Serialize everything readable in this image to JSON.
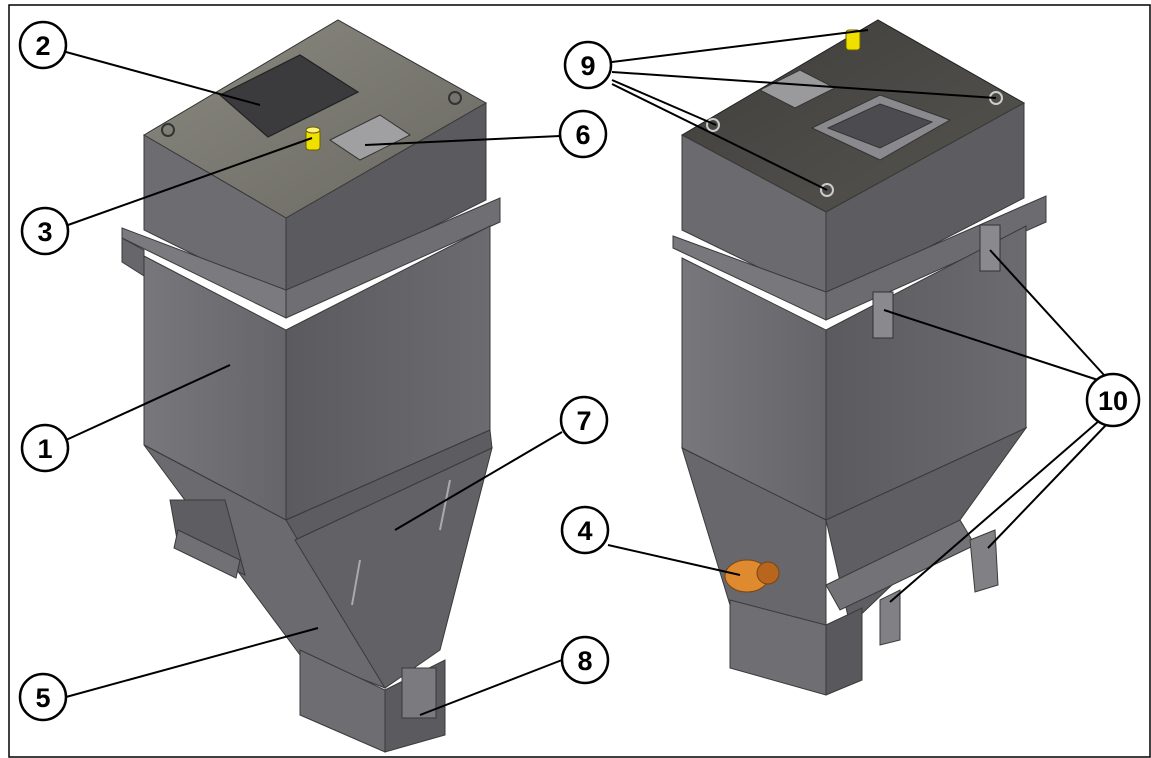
{
  "diagram": {
    "callouts": [
      {
        "id": "c1",
        "label": "1"
      },
      {
        "id": "c2",
        "label": "2"
      },
      {
        "id": "c3",
        "label": "3"
      },
      {
        "id": "c4",
        "label": "4"
      },
      {
        "id": "c5",
        "label": "5"
      },
      {
        "id": "c6",
        "label": "6"
      },
      {
        "id": "c7",
        "label": "7"
      },
      {
        "id": "c8",
        "label": "8"
      },
      {
        "id": "c9",
        "label": "9"
      },
      {
        "id": "c10",
        "label": "10"
      }
    ],
    "colors": {
      "body": "#6a6a6e",
      "body_dark": "#505055",
      "body_light": "#808085",
      "lid_left": "#7c7b73",
      "lid_right": "#4e4d4a",
      "sensor": "#f0e000",
      "vibrator": "#e08a30",
      "outline": "#000000"
    },
    "icons": [
      "left-hopper-view",
      "right-hopper-view"
    ]
  }
}
